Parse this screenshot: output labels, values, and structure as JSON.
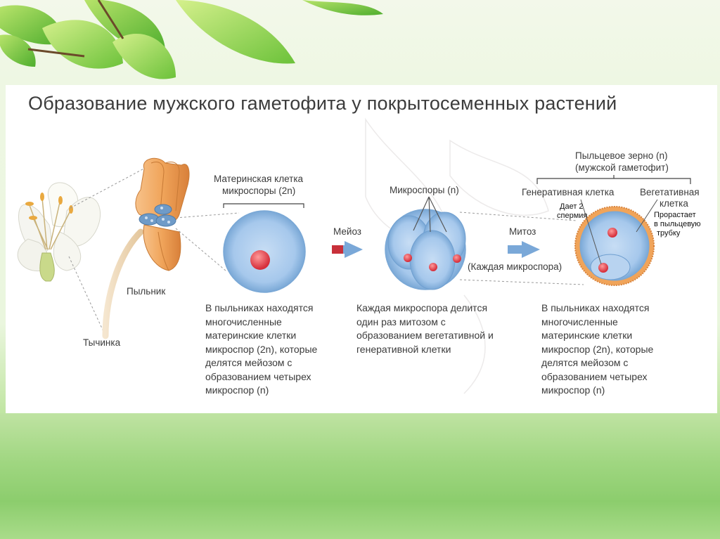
{
  "title": "Образование мужского гаметофита у покрытосеменных растений",
  "labels": {
    "mother_cell_line1": "Материнская клетка",
    "mother_cell_line2": "микроспоры (2n)",
    "microspores": "Микроспоры (n)",
    "pollen_grain_line1": "Пыльцевое зерно (n)",
    "pollen_grain_line2": "(мужской гаметофит)",
    "generative_cell": "Генеративная клетка",
    "vegetative_cell_line1": "Вегетативная",
    "vegetative_cell_line2": "клетка",
    "meiosis": "Мейоз",
    "mitosis": "Митоз",
    "each_microspore": "(Каждая микроспора)",
    "anther": "Пыльник",
    "stamen": "Тычинка",
    "gives_2_sperm_line1": "Дает 2",
    "gives_2_sperm_line2": "спермия",
    "grows_tube_line1": "Прорастает",
    "grows_tube_line2": "в пыльцевую",
    "grows_tube_line3": "трубку"
  },
  "descriptions": {
    "left": [
      "В пыльниках находятся",
      "многочисленные",
      "материнские клетки",
      "микроспор (2n), которые",
      "делятся мейозом с",
      "образованием четырех",
      "микроспор (n)"
    ],
    "middle": [
      "Каждая микроспора делится",
      "один раз митозом с",
      "образованием вегетативной и",
      "генеративной клетки"
    ],
    "right": [
      "В пыльниках находятся",
      "многочисленные",
      "материнские клетки",
      "микроспор (2n), которые",
      "делятся мейозом с",
      "образованием четырех",
      "микроспор (n)"
    ]
  },
  "colors": {
    "cell_fill": "#a9cbee",
    "nucleus": "#e8474f",
    "anther": "#f0a45a",
    "pollen_wall": "#e98a3a",
    "arrow": "#7aa8d8",
    "meiosis_arrow_tail": "#c8303a"
  }
}
